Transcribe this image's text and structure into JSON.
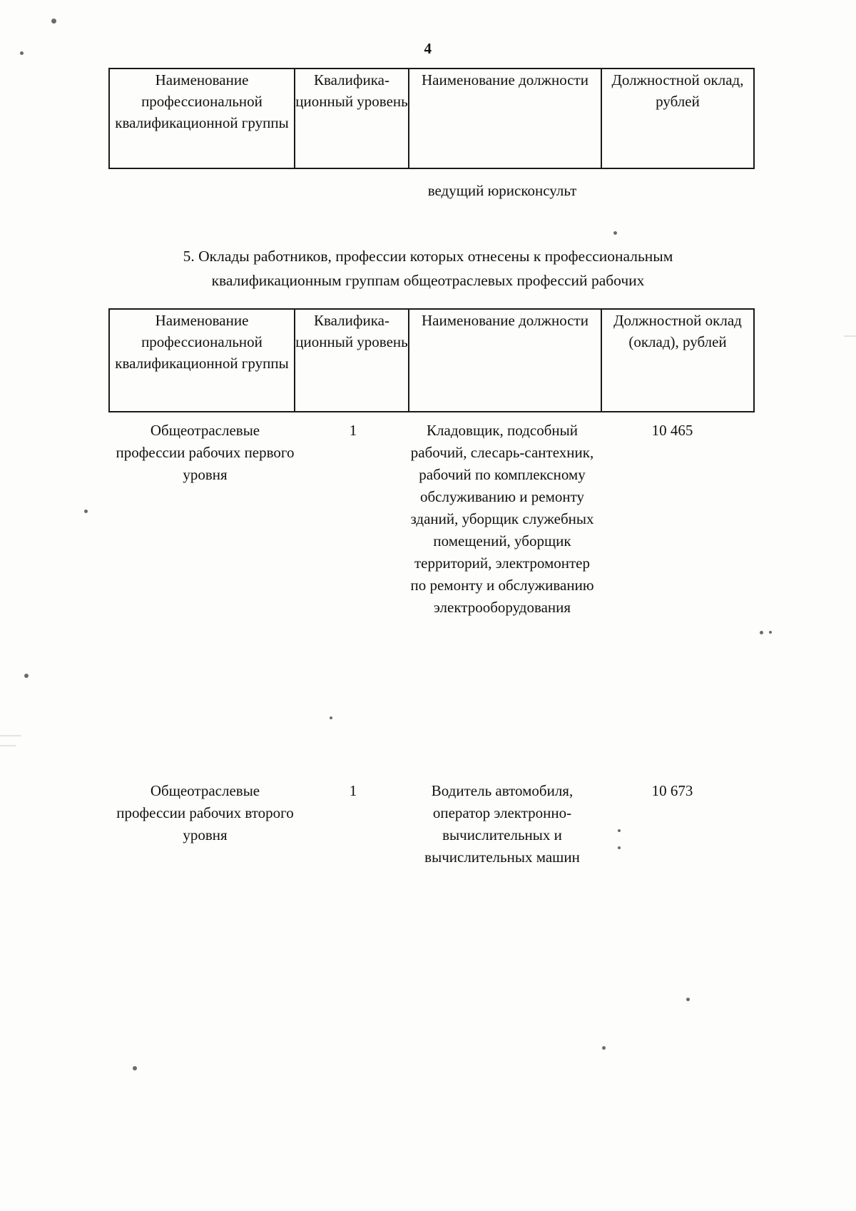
{
  "document": {
    "page_number": "4"
  },
  "table_1": {
    "headers": {
      "col_group": "Наименование профессиональной квалификационной группы",
      "col_level": "Квалифика-ционный уровень",
      "col_position": "Наименование должности",
      "col_salary": "Должностной оклад, рублей"
    },
    "continuation_position": "ведущий юрисконсульт"
  },
  "clause_5": {
    "line_1": "5. Оклады работников, профессии которых отнесены к профессиональным",
    "line_2": "квалификационным группам общеотраслевых профессий рабочих"
  },
  "table_2": {
    "headers": {
      "col_group": "Наименование профессиональной квалификационной группы",
      "col_level": "Квалифика-ционный уровень",
      "col_position": "Наименование должности",
      "col_salary": "Должностной оклад (оклад), рублей"
    },
    "rows": [
      {
        "group": "Общеотраслевые профессии рабочих первого уровня",
        "level": "1",
        "positions": "Кладовщик, подсобный рабочий, слесарь-сантехник, рабочий по комплексному обслуживанию и ремонту зданий, уборщик служебных помещений, уборщик территорий, электромонтер по ремонту и обслуживанию электрооборудования",
        "salary": "10 465"
      },
      {
        "group": "Общеотраслевые профессии рабочих второго уровня",
        "level": "1",
        "positions": "Водитель автомобиля, оператор электронно-вычислительных и вычислительных машин",
        "salary": "10 673"
      }
    ]
  }
}
